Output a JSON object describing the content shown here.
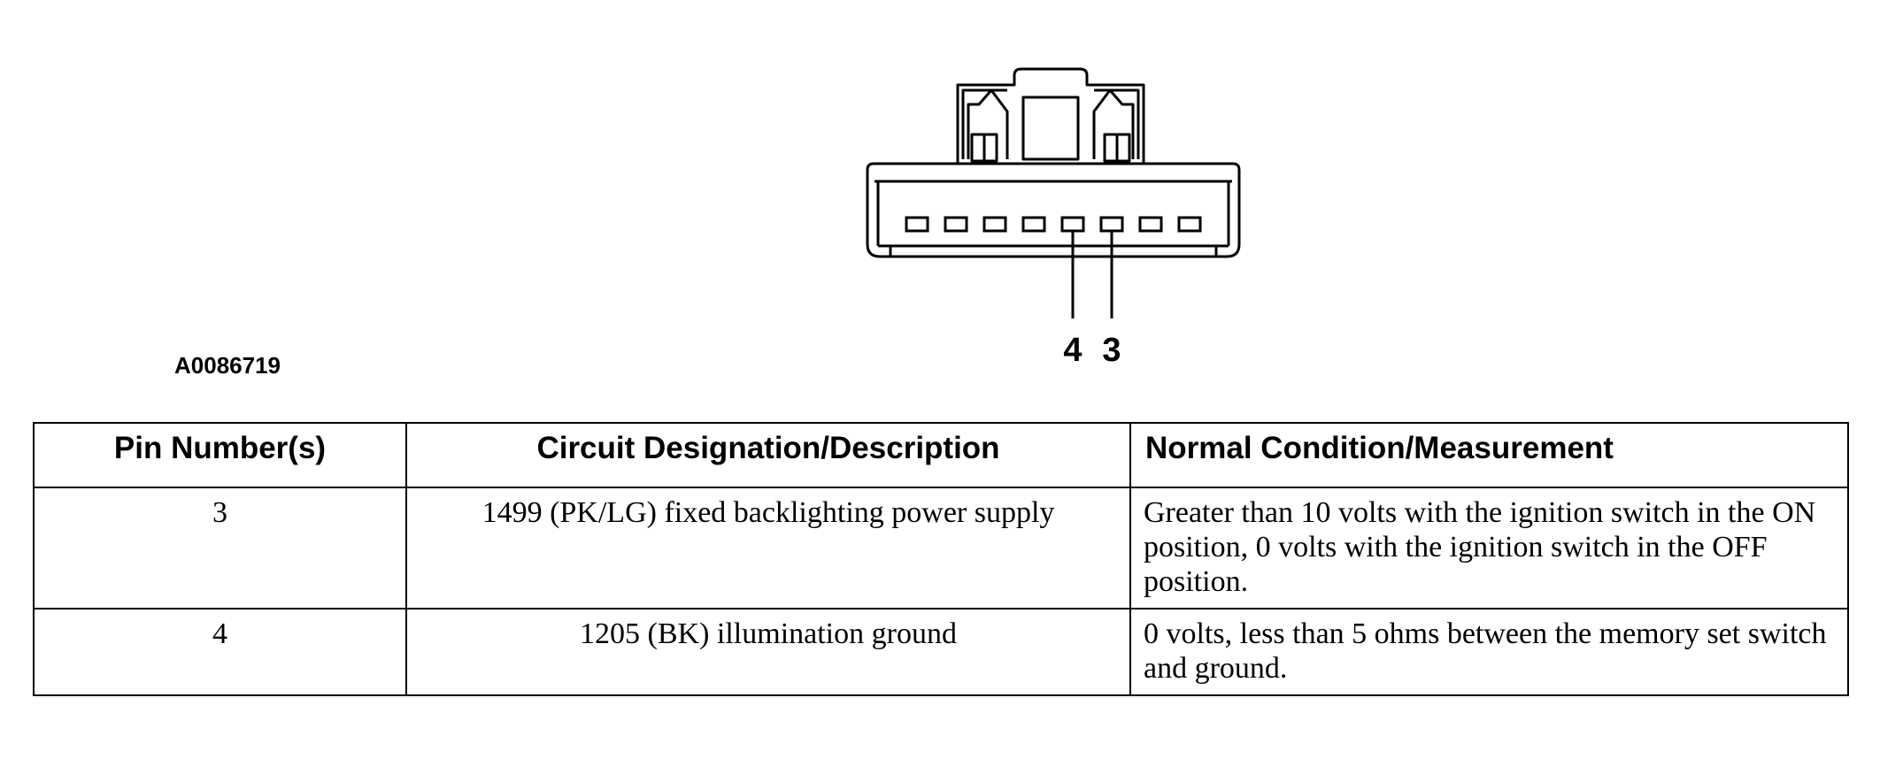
{
  "figure": {
    "id": "A0086719",
    "pin_labels": [
      "4",
      "3"
    ]
  },
  "table": {
    "headers": [
      "Pin Number(s)",
      "Circuit Designation/Description",
      "Normal Condition/Measurement"
    ],
    "rows": [
      {
        "pin": "3",
        "circuit": "1499 (PK/LG) fixed backlighting power supply",
        "condition": "Greater than 10 volts with the ignition switch in the ON position, 0 volts with the ignition switch in the OFF position."
      },
      {
        "pin": "4",
        "circuit": "1205 (BK) illumination ground",
        "condition": "0 volts, less than 5 ohms between the memory set switch and ground."
      }
    ]
  }
}
